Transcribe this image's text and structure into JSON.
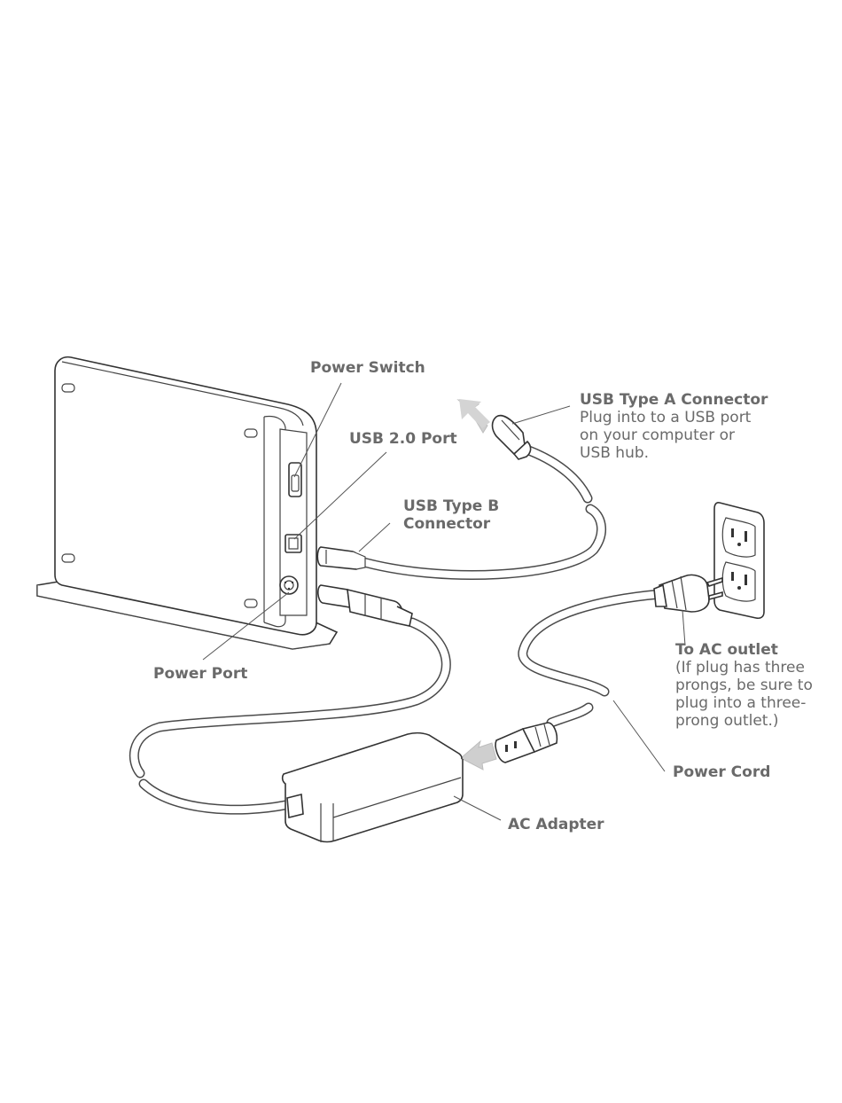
{
  "labels": {
    "power_switch": "Power Switch",
    "usb_port": "USB 2.0 Port",
    "usb_b_line1": "USB Type B",
    "usb_b_line2": "Connector",
    "usb_a_title": "USB Type A Connector",
    "usb_a_desc1": "Plug into to a USB  port",
    "usb_a_desc2": "on your computer or",
    "usb_a_desc3": "USB hub.",
    "power_port": "Power Port",
    "ac_outlet_title": "To AC outlet",
    "ac_outlet_desc1": "(If plug has three",
    "ac_outlet_desc2": "prongs, be sure to",
    "ac_outlet_desc3": "plug into a three-",
    "ac_outlet_desc4": "prong outlet.)",
    "power_cord": "Power Cord",
    "ac_adapter": "AC Adapter"
  },
  "colors": {
    "label_text": "#6a6a6a",
    "line_art": "#333333",
    "arrow": "#cfcfcf"
  }
}
